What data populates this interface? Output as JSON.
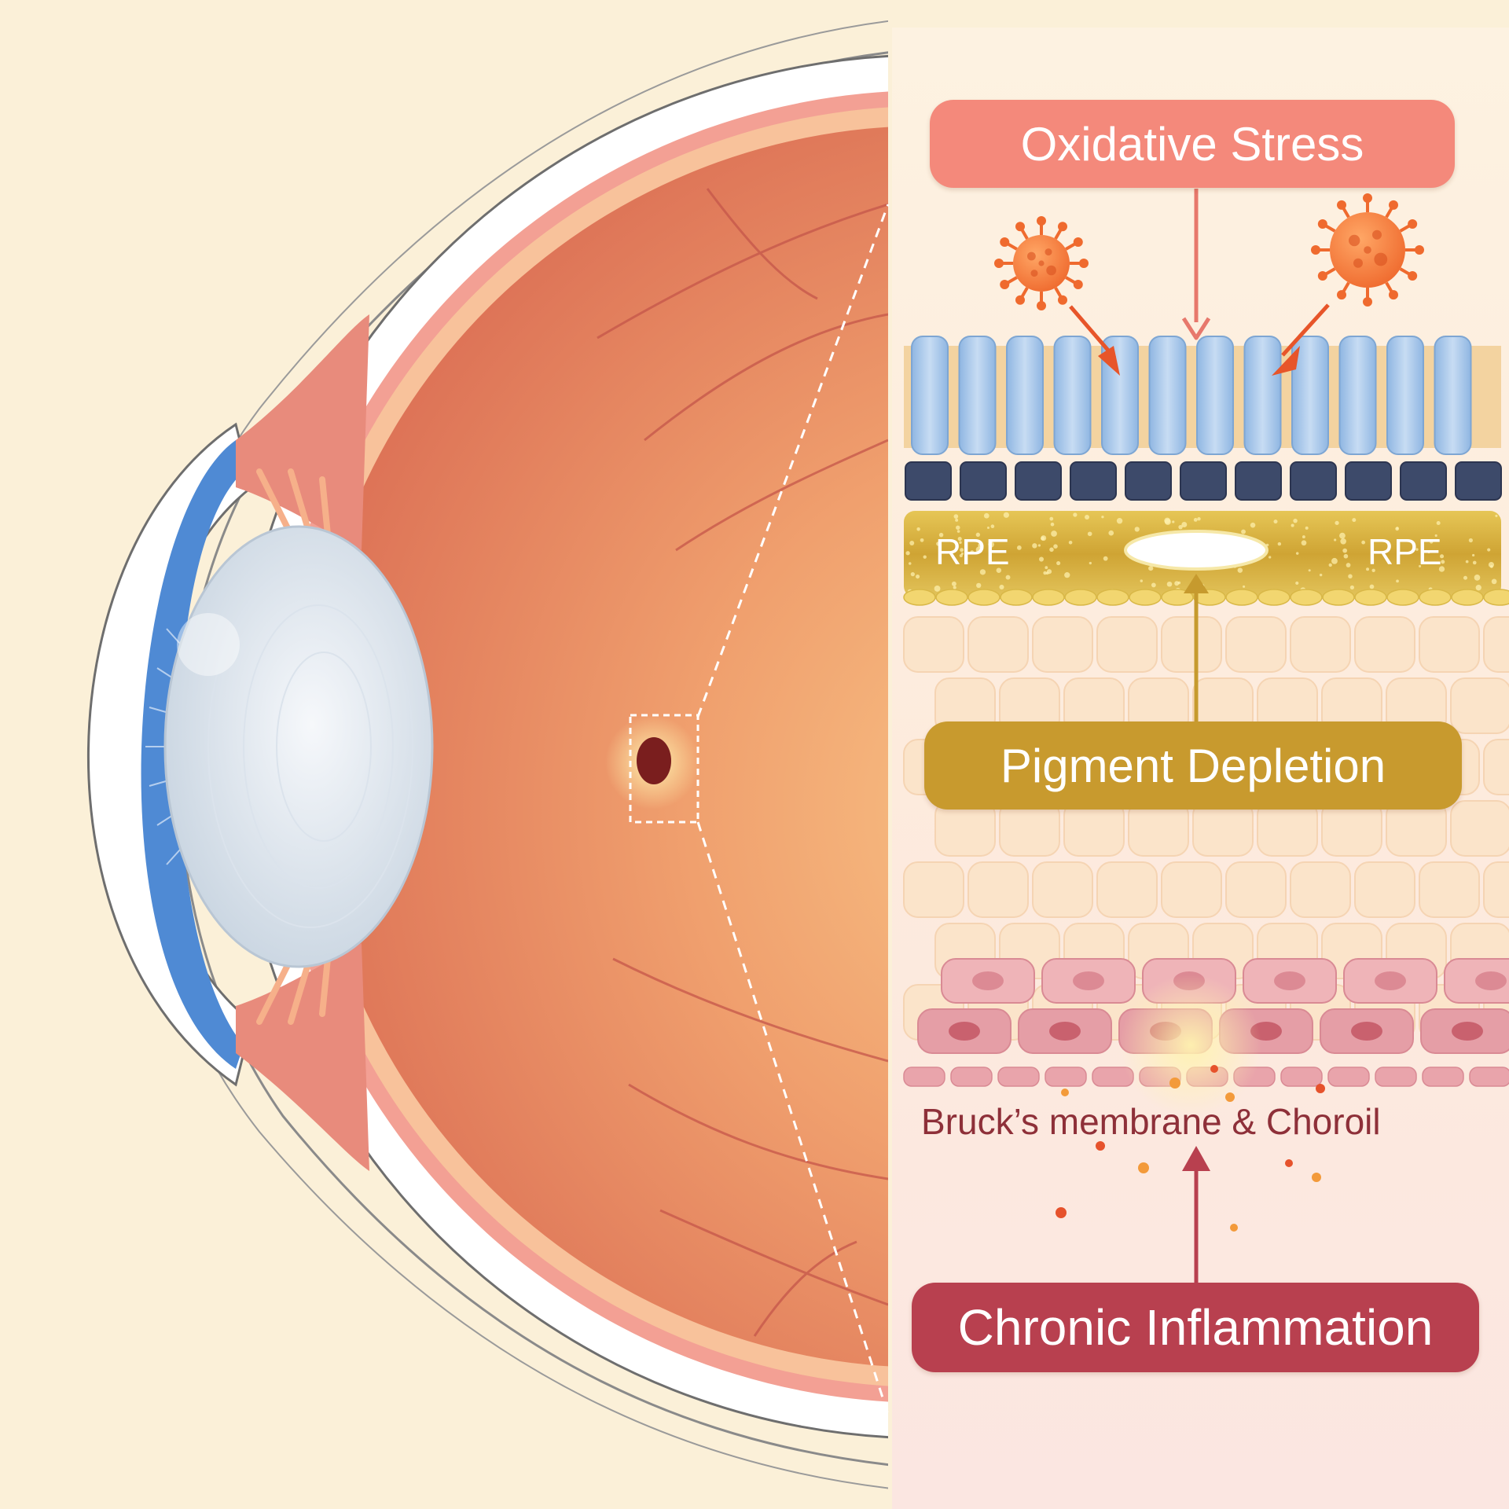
{
  "labels": {
    "oxidative_stress": "Oxidative Stress",
    "pigment_depletion": "Pigment Depletion",
    "chronic_inflammation": "Chronic Inflammation",
    "rpe_left": "RPE",
    "rpe_right": "RPE",
    "membrane": "Bruck’s membrane & Choroil"
  },
  "colors": {
    "background": "#fbf0d8",
    "oxidative_stress": "#f4897b",
    "pigment_depletion": "#c89a2e",
    "chronic_inflammation": "#b8404f",
    "retina": "#e8845e",
    "cornea": "#4f8ad4",
    "lens": "#e6edf3",
    "photoreceptor": "#a9c9ec",
    "rpe_layer": "#d9b43c",
    "choroid": "#e6a0a8",
    "virus": "#f27b3f"
  },
  "icons": {
    "free_radical": "virus-icon",
    "macula_lesion": "lesion-icon"
  }
}
